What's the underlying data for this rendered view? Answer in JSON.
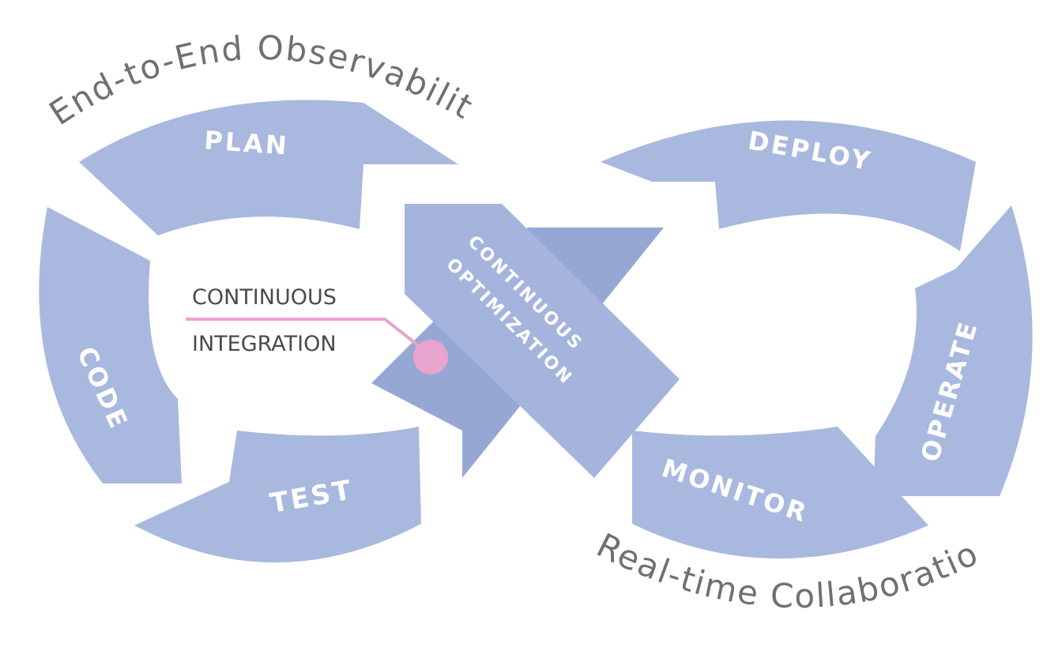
{
  "colors": {
    "ring": "#a9b8de",
    "ring_dark": "#8f9fcc",
    "accent_pink": "#e9a3cf",
    "arc_text": "#707070",
    "ci_text": "#4a4a4a"
  },
  "arc_top": "End-to-End Observability",
  "arc_bottom": "Real-time Collaboration",
  "segments": {
    "plan": "PLAN",
    "code": "CODE",
    "test": "TEST",
    "deploy": "DEPLOY",
    "operate": "OPERATE",
    "monitor": "MONITOR"
  },
  "center_band": {
    "line1": "CONTINUOUS",
    "line2": "OPTIMIZATION"
  },
  "callout": {
    "line1": "CONTINUOUS",
    "line2": "INTEGRATION"
  }
}
